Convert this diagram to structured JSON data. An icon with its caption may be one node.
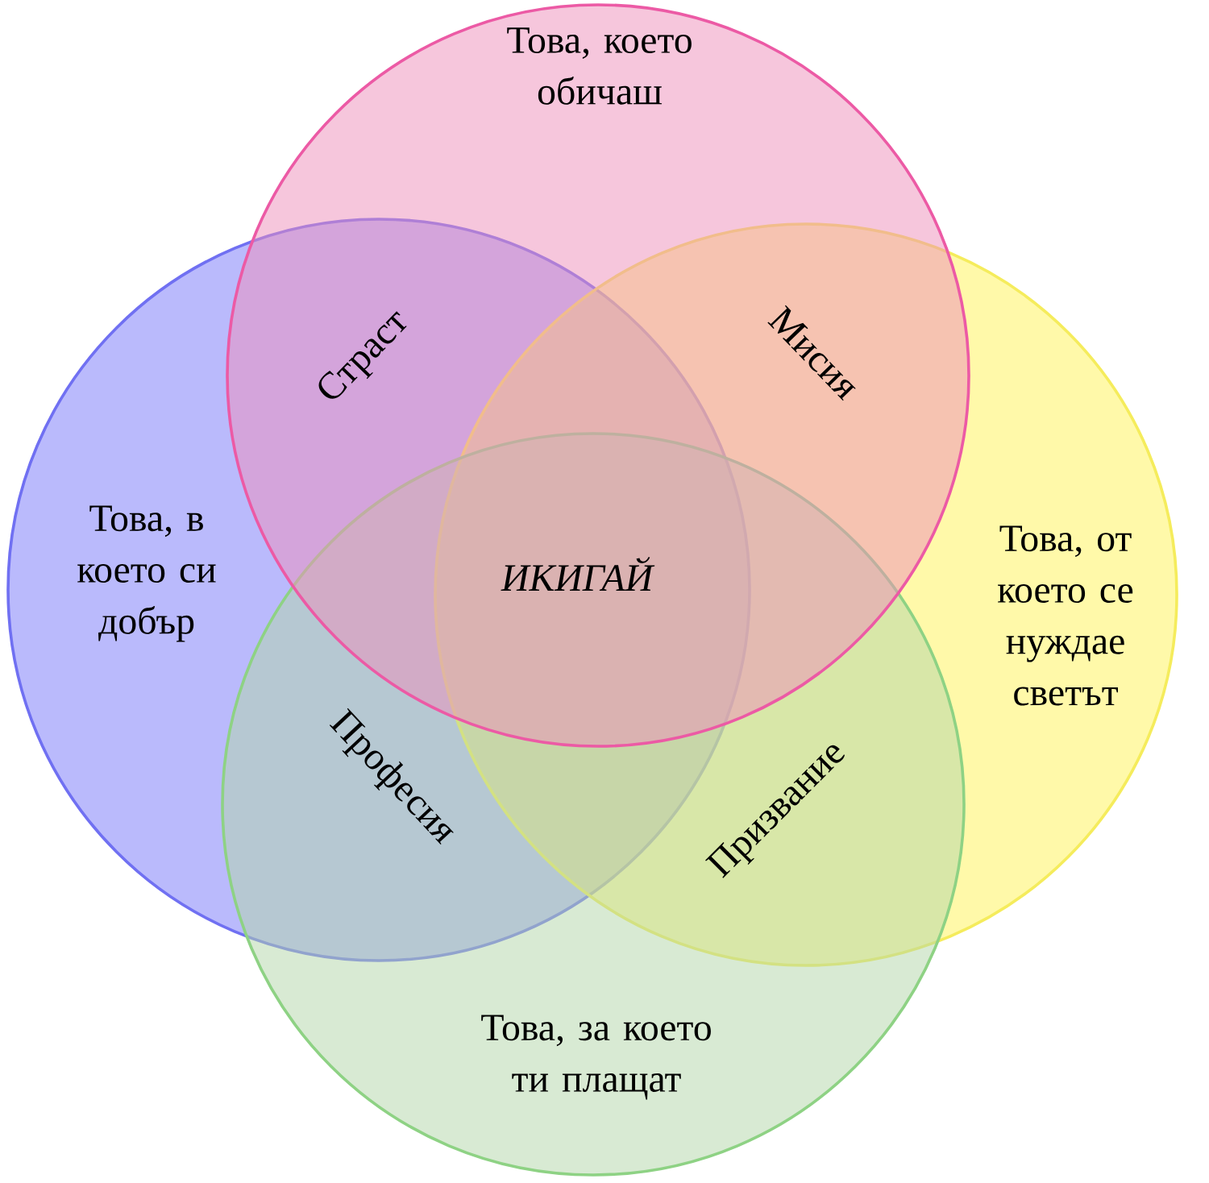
{
  "diagram": {
    "nodes": [
      {
        "text": [
          "Това, което обичаш"
        ]
      },
      {
        "text": [
          "Това, в което си добър"
        ]
      },
      {
        "text": [
          "Това, от което се нуждае светът"
        ]
      },
      {
        "text": [
          "Това, за което ти плащат"
        ]
      }
    ],
    "labels": [
      "Страст",
      "Мисия",
      "ИКИГАЙ",
      "Професия",
      "Призвание"
    ]
  }
}
